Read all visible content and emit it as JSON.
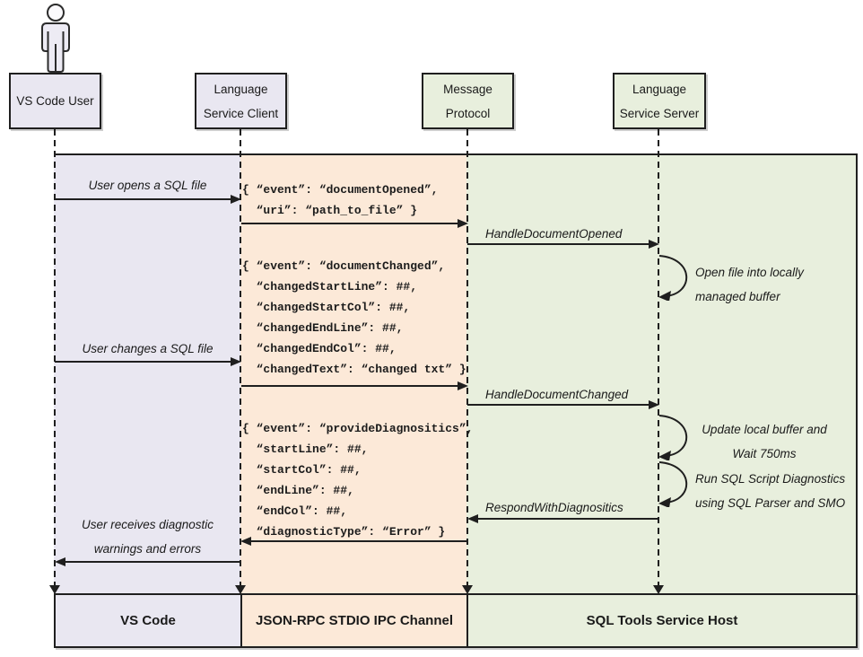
{
  "diagram_type": "sequence-diagram",
  "actors": {
    "user": {
      "label": "VS Code User"
    },
    "client": {
      "label": "Language\nService Client"
    },
    "protocol": {
      "label": "Message\nProtocol"
    },
    "server": {
      "label": "Language\nService Server"
    }
  },
  "icons": {
    "actor": "person-icon",
    "self_call": "self-loop-arrow"
  },
  "messages": {
    "user_opens": "User opens a SQL file",
    "handle_document_opened": "HandleDocumentOpened",
    "user_changes": "User changes a SQL file",
    "handle_document_changed": "HandleDocumentChanged",
    "respond_with_diagnositics": "RespondWithDiagnositics",
    "user_receives": "User receives diagnostic\nwarnings and errors"
  },
  "annotations": {
    "open_file": "Open file into locally\nmanaged buffer",
    "update_buffer": "Update local buffer and\nWait 750ms",
    "run_diagnostics": "Run SQL Script Diagnostics\nusing SQL Parser and SMO"
  },
  "payloads": {
    "document_opened": "{ “event”: “documentOpened”,\n  “uri”: “path_to_file” }",
    "document_changed": "{ “event”: “documentChanged”,\n  “changedStartLine”: ##,\n  “changedStartCol”: ##,\n  “changedEndLine”: ##,\n  “changedEndCol”: ##,\n  “changedText”: “changed txt” }",
    "provide_diagnositics": "{ “event”: “provideDiagnositics”,\n  “startLine”: ##,\n  “startCol”: ##,\n  “endLine”: ##,\n  “endCol”: ##,\n  “diagnosticType”: “Error” }"
  },
  "footers": {
    "vscode": "VS Code",
    "ipc": "JSON-RPC STDIO IPC Channel",
    "host": "SQL Tools Service Host"
  },
  "colors": {
    "lane_vscode": "#e9e7f1",
    "lane_ipc": "#fce9d8",
    "lane_host": "#e8efdd",
    "line": "#1f1f1f"
  }
}
